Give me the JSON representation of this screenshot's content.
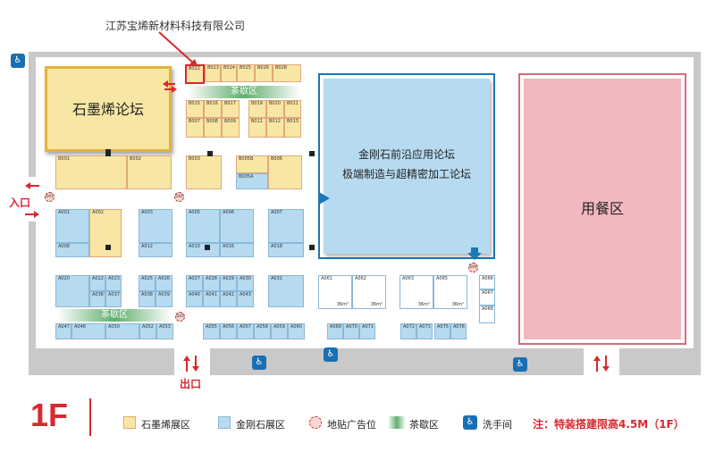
{
  "callout": {
    "company": "江苏宝烯新材料科技有限公司"
  },
  "areas": {
    "graphene_forum": "石墨烯论坛",
    "diamond_forum_line1": "金刚石前沿应用论坛",
    "diamond_forum_line2": "极端制造与超精密加工论坛",
    "dining": "用餐区",
    "tea_break": "茶歇区"
  },
  "entrances": {
    "entrance": "入口",
    "exit": "出口"
  },
  "floor": "1F",
  "legend": {
    "graphene": "石墨烯展区",
    "diamond": "金刚石展区",
    "floor_ad": "地贴广告位",
    "tea": "茶歇区",
    "restroom": "洗手间",
    "note": "注：特装搭建限高4.5M（1F）"
  },
  "colors": {
    "graphene": "#f8e7a4",
    "diamond": "#b6dbf1",
    "dining": "#f2b8c0",
    "accent_red": "#d9282f",
    "forum_blue": "#1a78b4"
  },
  "booths": {
    "B022": "B022",
    "B023": "B023",
    "B024": "B024",
    "B025": "B025",
    "B026": "B026",
    "B028": "B028",
    "B015": "B015",
    "B016": "B016",
    "B017": "B017",
    "B019": "B019",
    "B020": "B020",
    "B021": "B021",
    "B007": "B007",
    "B008": "B008",
    "B009": "B009",
    "B011": "B011",
    "B012": "B012",
    "B013": "B013",
    "B001": "B001",
    "B002": "B002",
    "B003": "B003",
    "B005B": "B005B",
    "B005A": "B005A",
    "B006": "B006",
    "A001": "A001",
    "A002": "A002",
    "A003": "A003",
    "A005": "A005",
    "A006": "A006",
    "A007": "A007",
    "A008": "A008",
    "A012": "A012",
    "A015": "A015",
    "A016": "A016",
    "A018": "A018",
    "A020": "A020",
    "A022": "A022",
    "A023": "A023",
    "A025": "A025",
    "A026": "A026",
    "A027": "A027",
    "A028": "A028",
    "A029": "A029",
    "A030": "A030",
    "A031": "A031",
    "A036": "A036",
    "A037": "A037",
    "A038": "A038",
    "A039": "A039",
    "A040": "A040",
    "A041": "A041",
    "A042": "A042",
    "A043": "A043",
    "A047": "A047",
    "A048": "A048",
    "A050": "A050",
    "A052": "A052",
    "A053": "A053",
    "A055": "A055",
    "A056": "A056",
    "A057": "A057",
    "A058": "A058",
    "A059": "A059",
    "A060": "A060",
    "A061": "A061",
    "A062": "A062",
    "A063": "A063",
    "A065": "A065",
    "A066": "A066",
    "A067": "A067",
    "A068": "A068",
    "A069": "A069",
    "A070": "A070",
    "A071": "A071",
    "A072": "A072",
    "A073": "A073",
    "A075": "A075",
    "A076": "A076"
  },
  "area_36": "36m²",
  "ads": {
    "D01": "D\n01",
    "D02": "D\n02",
    "D03": "D\n03",
    "D04": "D\n04"
  },
  "ad_codes": {
    "d01": "D01",
    "d02": "D02",
    "d03": "D03",
    "d04": "D04"
  }
}
